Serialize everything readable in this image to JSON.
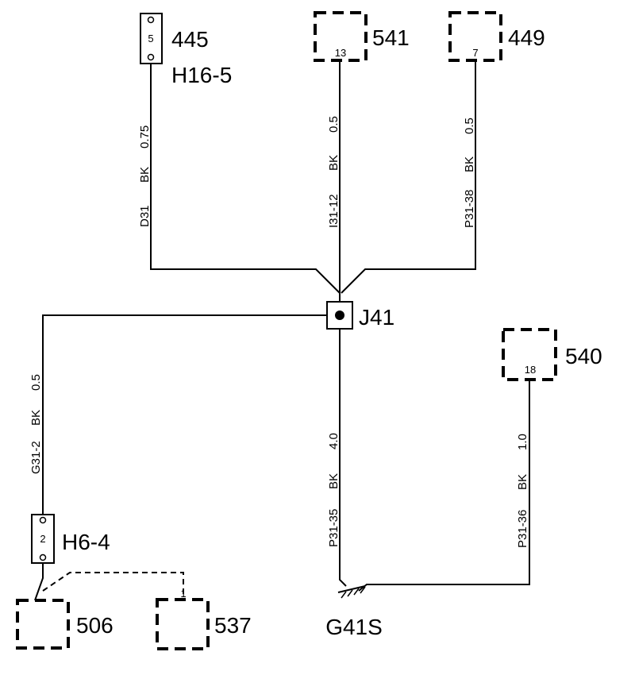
{
  "components": {
    "c445": {
      "label": "445",
      "pin": "5",
      "connector": "H16-5"
    },
    "c541": {
      "label": "541",
      "pin": "13"
    },
    "c449": {
      "label": "449",
      "pin": "7"
    },
    "c540": {
      "label": "540",
      "pin": "18"
    },
    "c506": {
      "label": "506"
    },
    "c537": {
      "label": "537",
      "pin": "1"
    },
    "h6": {
      "connector": "H6-4",
      "pin": "2"
    },
    "junction": {
      "label": "J41"
    },
    "ground": {
      "label": "G41S"
    }
  },
  "wires": {
    "d31": {
      "circuit": "D31",
      "color": "BK",
      "gauge": "0.75"
    },
    "i31": {
      "circuit": "I31-12",
      "color": "BK",
      "gauge": "0.5"
    },
    "p31_38": {
      "circuit": "P31-38",
      "color": "BK",
      "gauge": "0.5"
    },
    "g31": {
      "circuit": "G31-2",
      "color": "BK",
      "gauge": "0.5"
    },
    "p31_35": {
      "circuit": "P31-35",
      "color": "BK",
      "gauge": "4.0"
    },
    "p31_36": {
      "circuit": "P31-36",
      "color": "BK",
      "gauge": "1.0"
    }
  }
}
